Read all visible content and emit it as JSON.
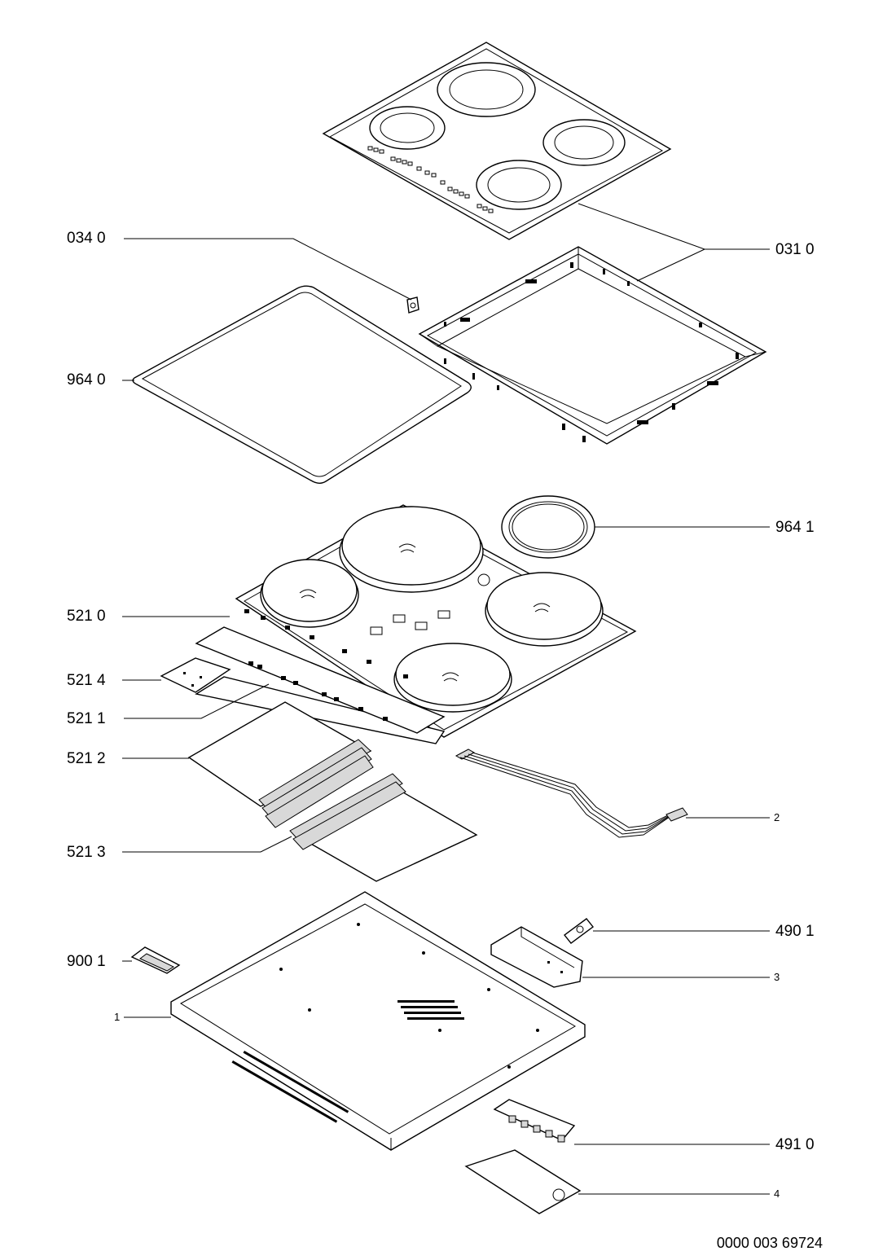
{
  "diagram": {
    "callouts": [
      {
        "id": "c0340",
        "text": "034 0"
      },
      {
        "id": "c0310",
        "text": "031 0"
      },
      {
        "id": "c9640",
        "text": "964 0"
      },
      {
        "id": "c9641",
        "text": "964 1"
      },
      {
        "id": "c5210",
        "text": "521 0"
      },
      {
        "id": "c5214",
        "text": "521 4"
      },
      {
        "id": "c5211",
        "text": "521 1"
      },
      {
        "id": "c5212",
        "text": "521 2"
      },
      {
        "id": "c5213",
        "text": "521 3"
      },
      {
        "id": "c2",
        "text": "2"
      },
      {
        "id": "c4901",
        "text": "490 1"
      },
      {
        "id": "c9001",
        "text": "900 1"
      },
      {
        "id": "c3",
        "text": "3"
      },
      {
        "id": "c1",
        "text": "1"
      },
      {
        "id": "c4910",
        "text": "491 0"
      },
      {
        "id": "c4",
        "text": "4"
      }
    ],
    "drawing_number": "0000 003 69724"
  }
}
